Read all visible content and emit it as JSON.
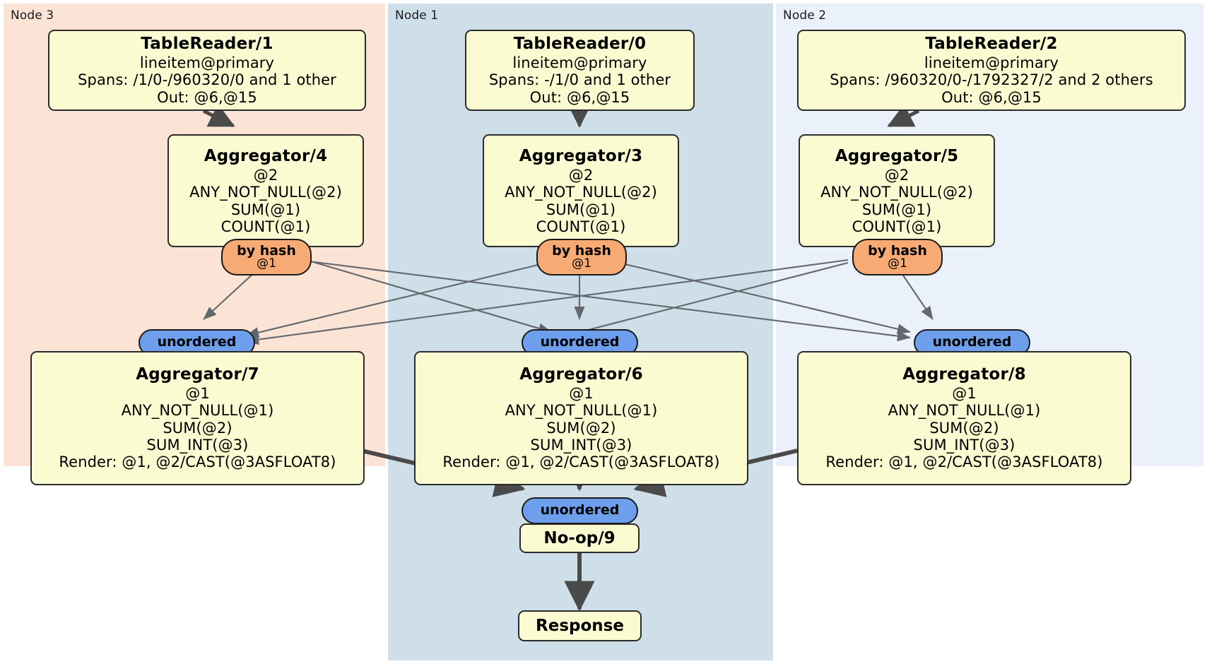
{
  "diagram": {
    "type": "distributed-query-plan",
    "colors": {
      "node3_bg": "#fbe3d6",
      "node1_bg": "#cfdfe9",
      "node2_bg": "#eaf1fb",
      "box_bg": "#fbfbd2",
      "hash_pill_bg": "#f7aa73",
      "unordered_pill_bg": "#6e9fec",
      "edge": "#4a4a4a"
    }
  },
  "nodes": [
    {
      "label": "Node 3"
    },
    {
      "label": "Node 1"
    },
    {
      "label": "Node 2"
    }
  ],
  "processors": {
    "table_reader_1": {
      "title": "TableReader/1",
      "lines": [
        "lineitem@primary",
        "Spans: /1/0-/960320/0 and 1 other",
        "Out: @6,@15"
      ]
    },
    "table_reader_0": {
      "title": "TableReader/0",
      "lines": [
        "lineitem@primary",
        "Spans: -/1/0 and 1 other",
        "Out: @6,@15"
      ]
    },
    "table_reader_2": {
      "title": "TableReader/2",
      "lines": [
        "lineitem@primary",
        "Spans: /960320/0-/1792327/2 and 2 others",
        "Out: @6,@15"
      ]
    },
    "aggregator_4": {
      "title": "Aggregator/4",
      "lines": [
        "@2",
        "ANY_NOT_NULL(@2)",
        "SUM(@1)",
        "COUNT(@1)"
      ]
    },
    "aggregator_3": {
      "title": "Aggregator/3",
      "lines": [
        "@2",
        "ANY_NOT_NULL(@2)",
        "SUM(@1)",
        "COUNT(@1)"
      ]
    },
    "aggregator_5": {
      "title": "Aggregator/5",
      "lines": [
        "@2",
        "ANY_NOT_NULL(@2)",
        "SUM(@1)",
        "COUNT(@1)"
      ]
    },
    "aggregator_7": {
      "title": "Aggregator/7",
      "lines": [
        "@1",
        "ANY_NOT_NULL(@1)",
        "SUM(@2)",
        "SUM_INT(@3)",
        "Render: @1, @2/CAST(@3ASFLOAT8)"
      ]
    },
    "aggregator_6": {
      "title": "Aggregator/6",
      "lines": [
        "@1",
        "ANY_NOT_NULL(@1)",
        "SUM(@2)",
        "SUM_INT(@3)",
        "Render: @1, @2/CAST(@3ASFLOAT8)"
      ]
    },
    "aggregator_8": {
      "title": "Aggregator/8",
      "lines": [
        "@1",
        "ANY_NOT_NULL(@1)",
        "SUM(@2)",
        "SUM_INT(@3)",
        "Render: @1, @2/CAST(@3ASFLOAT8)"
      ]
    },
    "noop_9": {
      "title": "No-op/9"
    },
    "response": {
      "title": "Response"
    }
  },
  "routers": {
    "hash_left": {
      "label": "by hash",
      "detail": "@1"
    },
    "hash_center": {
      "label": "by hash",
      "detail": "@1"
    },
    "hash_right": {
      "label": "by hash",
      "detail": "@1"
    },
    "unordered_left": {
      "label": "unordered"
    },
    "unordered_center": {
      "label": "unordered"
    },
    "unordered_right": {
      "label": "unordered"
    },
    "unordered_final": {
      "label": "unordered"
    }
  }
}
